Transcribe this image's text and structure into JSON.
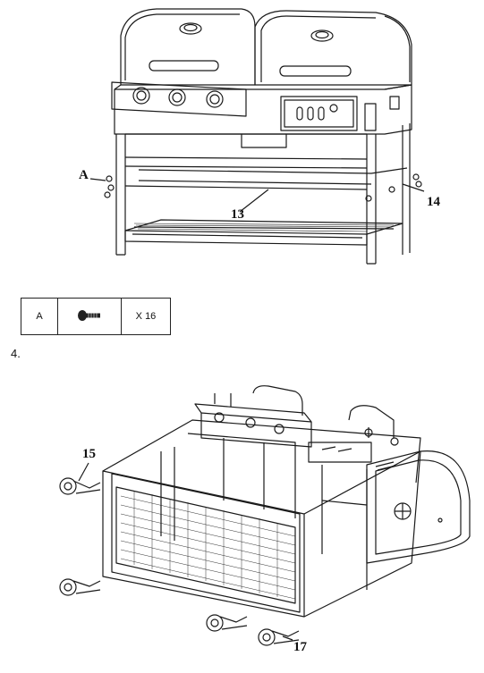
{
  "top_figure": {
    "callouts": {
      "a": "A",
      "n13": "13",
      "n14": "14"
    }
  },
  "parts_table": {
    "letter": "A",
    "part_icon": "bolt-icon",
    "qty": "X 16"
  },
  "step_label": "4.",
  "bottom_figure": {
    "callouts": {
      "n15": "15",
      "n17": "17"
    }
  },
  "colors": {
    "line": "#1a1a1a",
    "background": "#ffffff"
  }
}
